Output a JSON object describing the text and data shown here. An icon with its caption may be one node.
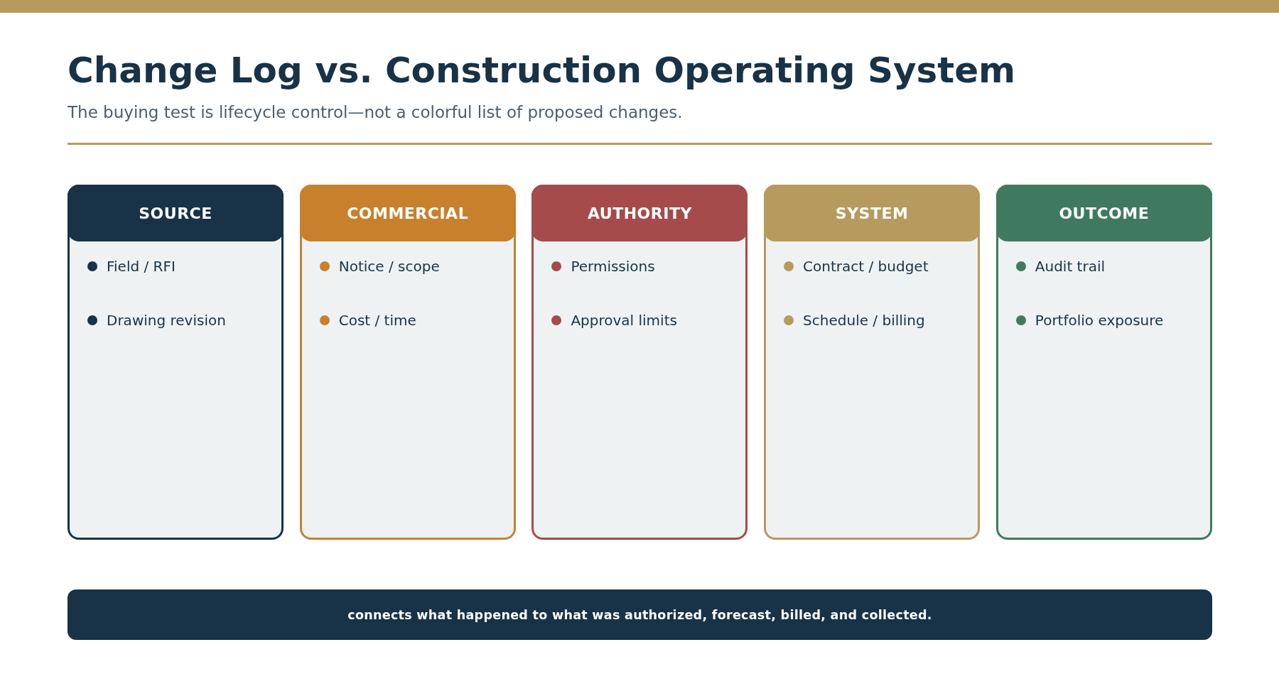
{
  "diagram": {
    "title": "Change Log vs. Construction Operating System",
    "nodes": [
      {
        "text": [
          "SOURCE",
          "Field / RFI",
          "Drawing revision"
        ]
      },
      {
        "text": [
          "COMMERCIAL",
          "Notice / scope",
          "Cost / time"
        ]
      },
      {
        "text": [
          "AUTHORITY",
          "Permissions",
          "Approval limits"
        ]
      },
      {
        "text": [
          "SYSTEM",
          "Contract / budget",
          "Schedule / billing"
        ]
      },
      {
        "text": [
          "OUTCOME",
          "Audit trail",
          "Portfolio exposure"
        ]
      },
      {
        "text": [
          "connects what happened to what was authorized, forecast, billed, and collected."
        ]
      }
    ],
    "labels": [
      "The buying test is lifecycle control—not a colorful list of proposed changes."
    ]
  }
}
